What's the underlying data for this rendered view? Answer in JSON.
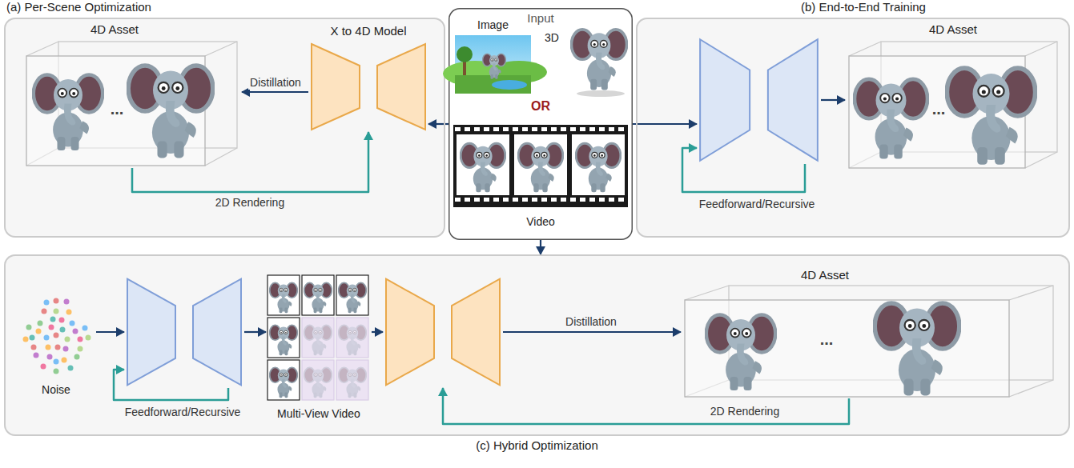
{
  "diagram": {
    "nodes": [
      {
        "text": [
          "(a) Per-Scene Optimization"
        ]
      },
      {
        "text": [
          "4D Asset"
        ],
        "in": 0
      },
      {
        "text": [
          "X to 4D Model"
        ],
        "in": 0
      },
      {
        "text": [
          "Input"
        ]
      },
      {
        "text": [
          "Image"
        ],
        "in": 3
      },
      {
        "text": [
          "3D"
        ],
        "in": 3
      },
      {
        "text": [
          "Video"
        ],
        "in": 3
      },
      {
        "text": [
          "(b) End-to-End Training"
        ]
      },
      {
        "text": [],
        "in": 7
      },
      {
        "text": [
          "4D Asset"
        ],
        "in": 7
      },
      {
        "text": [
          "(c) Hybrid Optimization"
        ]
      },
      {
        "text": [
          "Noise"
        ],
        "in": 10
      },
      {
        "text": [],
        "in": 10
      },
      {
        "text": [
          "Multi-View Video"
        ],
        "in": 10
      },
      {
        "text": [],
        "in": 10
      },
      {
        "text": [
          "4D Asset"
        ],
        "in": 10
      }
    ],
    "edges": [
      {
        "from": 3,
        "to": 2,
        "arrow": "to"
      },
      {
        "from": 2,
        "to": 1,
        "label": "Distillation",
        "arrow": "to"
      },
      {
        "from": 1,
        "to": 2,
        "label": "2D Rendering",
        "arrow": "to"
      },
      {
        "from": 3,
        "to": 8,
        "arrow": "to"
      },
      {
        "from": 8,
        "to": 9,
        "arrow": "to"
      },
      {
        "from": 8,
        "to": 8,
        "label": "Feedforward/Recursive",
        "arrow": "to"
      },
      {
        "from": 3,
        "to": 10,
        "arrow": "to"
      },
      {
        "from": 11,
        "to": 12,
        "arrow": "to"
      },
      {
        "from": 12,
        "to": 12,
        "label": "Feedforward/Recursive",
        "arrow": "to"
      },
      {
        "from": 12,
        "to": 13,
        "arrow": "to"
      },
      {
        "from": 13,
        "to": 14,
        "arrow": "to"
      },
      {
        "from": 14,
        "to": 15,
        "label": "Distillation",
        "arrow": "to"
      },
      {
        "from": 15,
        "to": 14,
        "label": "2D Rendering",
        "arrow": "to"
      }
    ],
    "labels": [
      "OR",
      "...",
      "...",
      "..."
    ]
  }
}
